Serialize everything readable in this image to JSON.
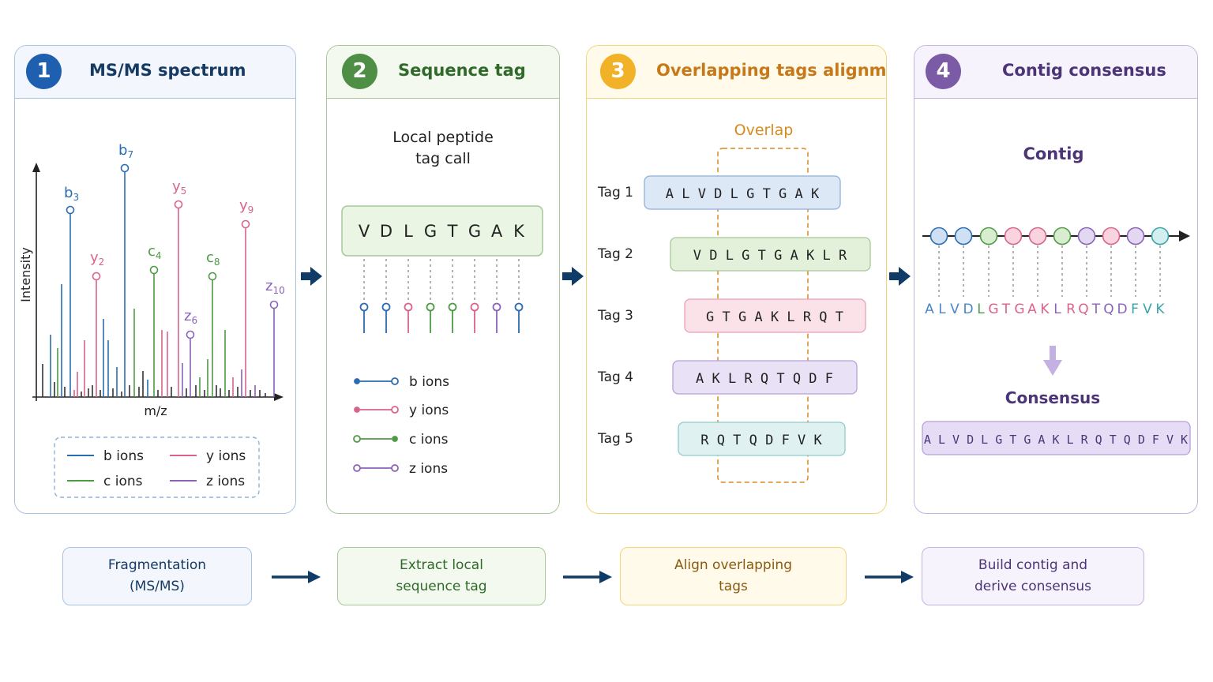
{
  "colors": {
    "blue": "#2b6cb0",
    "green": "#4e9a45",
    "pink": "#d9638a",
    "purple": "#8a63b8",
    "teal": "#3aa5a8",
    "orange": "#d98a1f",
    "gold": "#f2b227",
    "navy": "#0f3b66"
  },
  "panels": [
    {
      "number": "1",
      "title": "MS/MS spectrum"
    },
    {
      "number": "2",
      "title": "Sequence tag"
    },
    {
      "number": "3",
      "title": "Overlapping tags alignment"
    },
    {
      "number": "4",
      "title": "Contig consensus"
    }
  ],
  "spectrum": {
    "xlabel": "m/z",
    "ylabel": "Intensity",
    "labeled_peaks": [
      {
        "ion": "b",
        "sub": "3",
        "series": "b"
      },
      {
        "ion": "b",
        "sub": "7",
        "series": "b"
      },
      {
        "ion": "y",
        "sub": "2",
        "series": "y"
      },
      {
        "ion": "y",
        "sub": "5",
        "series": "y"
      },
      {
        "ion": "y",
        "sub": "9",
        "series": "y"
      },
      {
        "ion": "c",
        "sub": "4",
        "series": "c"
      },
      {
        "ion": "c",
        "sub": "8",
        "series": "c"
      },
      {
        "ion": "z",
        "sub": "6",
        "series": "z"
      },
      {
        "ion": "z",
        "sub": "10",
        "series": "z"
      }
    ],
    "legend": [
      "b ions",
      "y ions",
      "c ions",
      "z ions"
    ]
  },
  "sequence_tag": {
    "caption_line1": "Local peptide",
    "caption_line2": "tag call",
    "residues": [
      "V",
      "D",
      "L",
      "G",
      "T",
      "G",
      "A",
      "K"
    ],
    "ion_types": [
      "b",
      "b",
      "y",
      "c",
      "c",
      "y",
      "z",
      "b"
    ],
    "legend": [
      "b ions",
      "y ions",
      "c ions",
      "z ions"
    ]
  },
  "alignment": {
    "overlap_label": "Overlap",
    "tags": [
      {
        "label": "Tag 1",
        "seq": "A L V D L G T G A K"
      },
      {
        "label": "Tag 2",
        "seq": "V D L G T G A K L R"
      },
      {
        "label": "Tag 3",
        "seq": "G T G A K L R Q T"
      },
      {
        "label": "Tag 4",
        "seq": "A K L R Q T Q D F"
      },
      {
        "label": "Tag 5",
        "seq": "R Q T Q D F V K"
      }
    ]
  },
  "contig": {
    "title": "Contig",
    "node_series": [
      "b",
      "b",
      "c",
      "y",
      "y",
      "c",
      "z",
      "y",
      "z",
      "teal"
    ],
    "sequence": [
      "A",
      "L",
      "V",
      "D",
      "L",
      "G",
      "T",
      "G",
      "A",
      "K",
      "L",
      "R",
      "Q",
      "T",
      "Q",
      "D",
      "F",
      "V",
      "K"
    ],
    "consensus_label": "Consensus",
    "consensus_seq": "A L V D L G T G A K L R Q T Q D F V K"
  },
  "bottom_steps": [
    "Fragmentation\n(MS/MS)",
    "Extract local\nsequence tag",
    "Align overlapping\ntags",
    "Build contig and\nderive consensus"
  ]
}
